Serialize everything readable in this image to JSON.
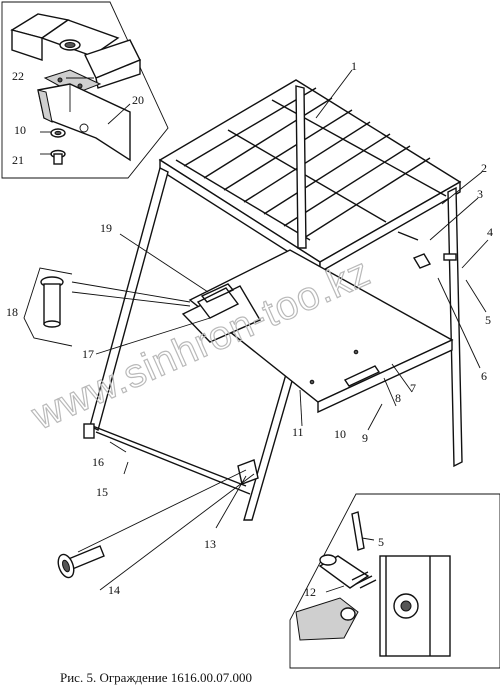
{
  "caption": "Рис. 5. Ограждение 1616.00.07.000",
  "watermark": "www.sinhron-too.kz",
  "callouts": [
    "1",
    "2",
    "3",
    "4",
    "5",
    "6",
    "7",
    "8",
    "9",
    "10",
    "11",
    "12",
    "13",
    "14",
    "15",
    "16",
    "17",
    "18",
    "19",
    "20",
    "21",
    "22",
    "10",
    "5"
  ]
}
